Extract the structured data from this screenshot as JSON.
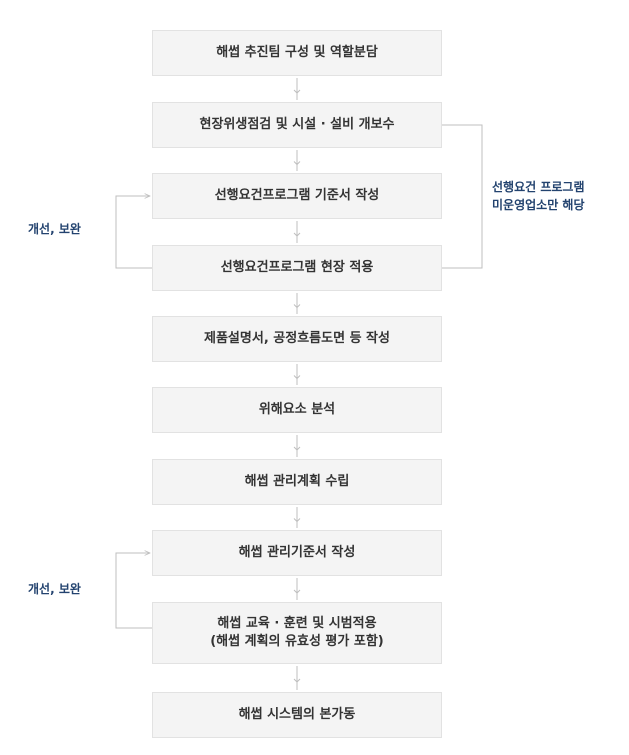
{
  "steps": [
    {
      "lines": [
        "해썹 추진팀 구성 및 역할분담"
      ]
    },
    {
      "lines": [
        "현장위생점검 및 시설 · 설비 개보수"
      ]
    },
    {
      "lines": [
        "선행요건프로그램 기준서 작성"
      ]
    },
    {
      "lines": [
        "선행요건프로그램 현장 적용"
      ]
    },
    {
      "lines": [
        "제품설명서, 공정흐름도면 등 작성"
      ]
    },
    {
      "lines": [
        "위해요소 분석"
      ]
    },
    {
      "lines": [
        "해썹 관리계획 수립"
      ]
    },
    {
      "lines": [
        "해썹 관리기준서 작성"
      ]
    },
    {
      "lines": [
        "해썹 교육 · 훈련 및 시범적용",
        "(해썹 계획의 유효성 평가 포함)"
      ]
    },
    {
      "lines": [
        "해썹 시스템의 본가동"
      ]
    }
  ],
  "loops": {
    "upper": "개선, 보완",
    "lower": "개선, 보완"
  },
  "note": {
    "line1": "선행요건 프로그램",
    "line2": "미운영업소만 해당"
  },
  "colors": {
    "box_fill": "#f4f4f4",
    "box_border": "#e2e2e2",
    "text": "#333333",
    "label": "#23436f",
    "connector": "#bfbfbf"
  }
}
